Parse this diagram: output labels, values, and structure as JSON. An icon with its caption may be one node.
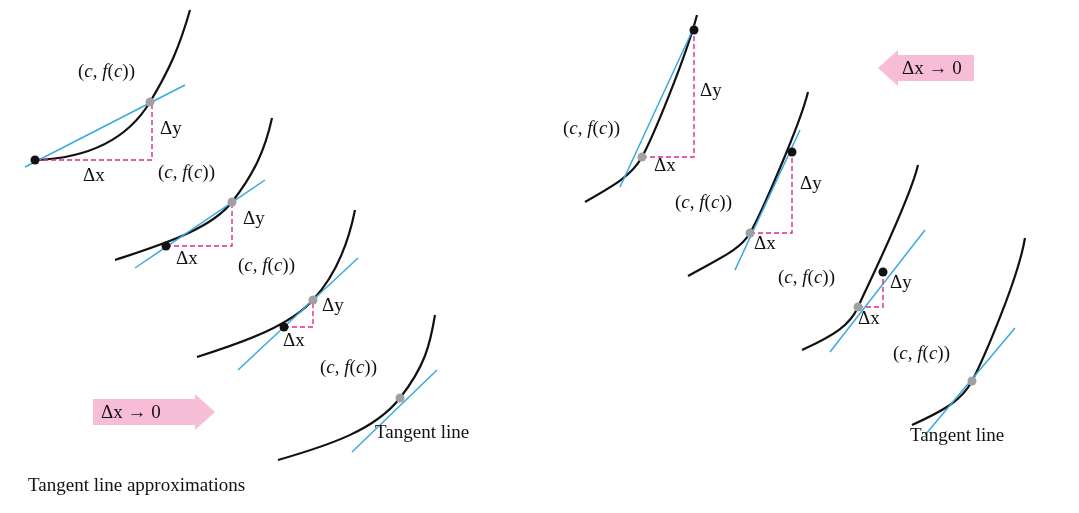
{
  "diagram": {
    "caption": "Tangent line approximations",
    "nodes": [
      {
        "text": [
          "Δx → 0"
        ]
      },
      {
        "text": [
          "Δx → 0"
        ]
      }
    ],
    "labels": [
      "(*c*, *f*(*c*))",
      "Δy",
      "Δx",
      "(*c*, *f*(*c*))",
      "Δy",
      "Δx",
      "(*c*, *f*(*c*))",
      "Δy",
      "Δx",
      "(*c*, *f*(*c*))",
      "Tangent line",
      "(*c*, *f*(*c*))",
      "Δy",
      "Δx",
      "(*c*, *f*(*c*))",
      "Δy",
      "Δx",
      "(*c*, *f*(*c*))",
      "Δy",
      "Δx",
      "(*c*, *f*(*c*))",
      "Tangent line"
    ]
  }
}
